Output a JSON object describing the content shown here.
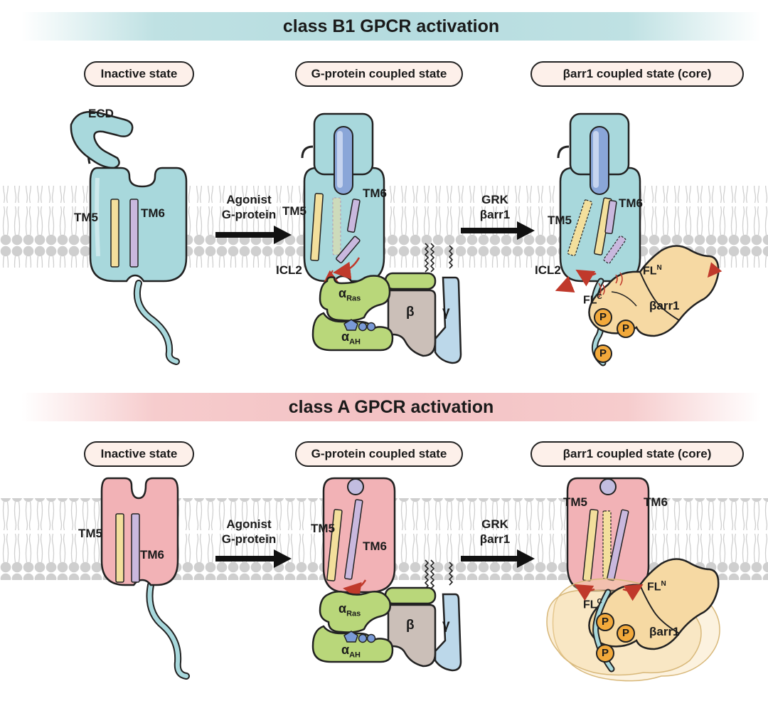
{
  "panels": {
    "class_b1": {
      "title": "class B1 GPCR activation",
      "states": [
        "Inactive state",
        "G-protein coupled state",
        "βarr1 coupled state (core)"
      ],
      "arrow1": {
        "line1": "Agonist",
        "line2": "G-protein"
      },
      "arrow2": {
        "line1": "GRK",
        "line2": "βarr1"
      },
      "labels": {
        "ecd": "ECD",
        "tm5": "TM5",
        "tm6": "TM6",
        "icl2": "ICL2",
        "fln": "FLN",
        "flc": "FLC",
        "barr1": "βarr1",
        "aras": "αRas",
        "aah": "αAH",
        "beta": "β",
        "gamma": "γ",
        "phos": "P"
      }
    },
    "class_a": {
      "title": "class A GPCR activation",
      "states": [
        "Inactive state",
        "G-protein coupled state",
        "βarr1 coupled state (core)"
      ],
      "arrow1": {
        "line1": "Agonist",
        "line2": "G-protein"
      },
      "arrow2": {
        "line1": "GRK",
        "line2": "βarr1"
      },
      "labels": {
        "tm5": "TM5",
        "tm6": "TM6",
        "fln": "FLN",
        "flc": "FLC",
        "barr1": "βarr1",
        "aras": "αRas",
        "aah": "αAH",
        "beta": "β",
        "gamma": "γ",
        "phos": "P"
      }
    }
  },
  "colors": {
    "b1_receptor": "#a8d8dc",
    "a_receptor": "#f2b2b6",
    "gprotein_green": "#b9d77a",
    "beta_gray": "#cbbfb8",
    "gamma_blue": "#bcd8ea",
    "arrestin_orange": "#f6d9a3",
    "phospho": "#f2a93b",
    "tm5": "#f3df9c",
    "tm6": "#c9b8de",
    "membrane_head": "#cfcfcf"
  }
}
